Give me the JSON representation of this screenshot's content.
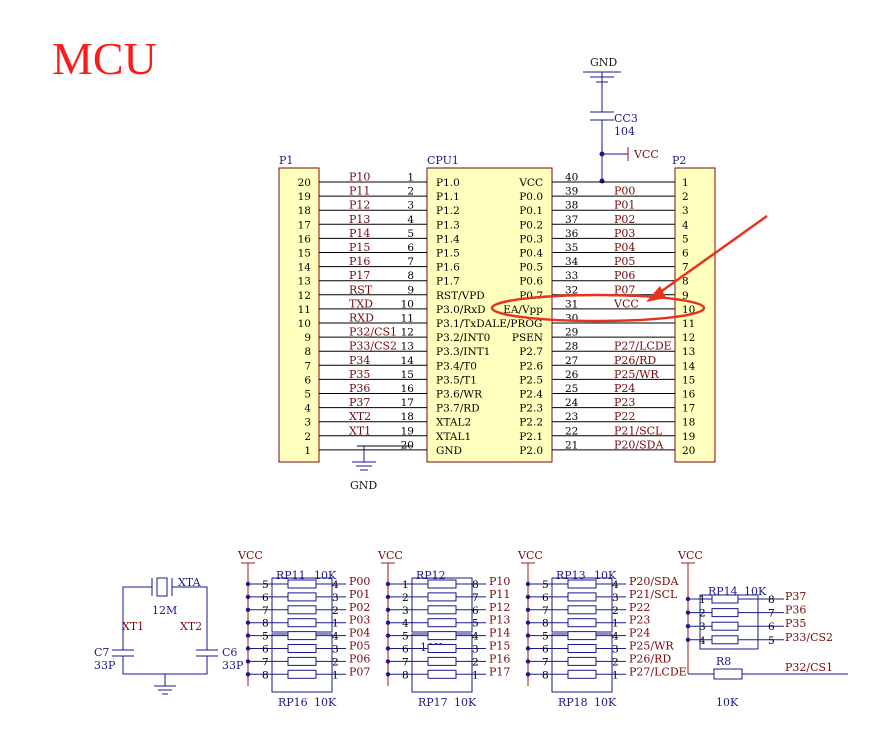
{
  "title": "MCU",
  "mcu": {
    "ref": "CPU1",
    "left_names": [
      "P1.0",
      "P1.1",
      "P1.2",
      "P1.3",
      "P1.4",
      "P1.5",
      "P1.6",
      "P1.7",
      "RST/VPD",
      "P3.0/RxD",
      "P3.1/TxDALE/PROG",
      "P3.2/INT0",
      "P3.3/INT1",
      "P3.4/T0",
      "P3.5/T1",
      "P3.6/WR",
      "P3.7/RD",
      "XTAL2",
      "XTAL1",
      "GND"
    ],
    "left_nums": [
      "1",
      "2",
      "3",
      "4",
      "5",
      "6",
      "7",
      "8",
      "9",
      "10",
      "11",
      "12",
      "13",
      "14",
      "15",
      "16",
      "17",
      "18",
      "19",
      "20"
    ],
    "right_names": [
      "VCC",
      "P0.0",
      "P0.1",
      "P0.2",
      "P0.3",
      "P0.4",
      "P0.5",
      "P0.6",
      "P0.7",
      "EA/Vpp",
      "",
      "PSEN",
      "P2.7",
      "P2.6",
      "P2.5",
      "P2.4",
      "P2.3",
      "P2.2",
      "P2.1",
      "P2.0"
    ],
    "right_nums": [
      "40",
      "39",
      "38",
      "37",
      "36",
      "35",
      "34",
      "33",
      "32",
      "31",
      "30",
      "29",
      "28",
      "27",
      "26",
      "25",
      "24",
      "23",
      "22",
      "21"
    ]
  },
  "p1": {
    "ref": "P1",
    "nums": [
      "20",
      "19",
      "18",
      "17",
      "16",
      "15",
      "14",
      "13",
      "12",
      "11",
      "10",
      "9",
      "8",
      "7",
      "6",
      "5",
      "4",
      "3",
      "2",
      "1"
    ],
    "nets": [
      "P10",
      "P11",
      "P12",
      "P13",
      "P14",
      "P15",
      "P16",
      "P17",
      "RST",
      "TXD",
      "RXD",
      "P32/CS1",
      "P33/CS2",
      "P34",
      "P35",
      "P36",
      "P37",
      "XT2",
      "XT1",
      ""
    ]
  },
  "p2": {
    "ref": "P2",
    "nums": [
      "1",
      "2",
      "3",
      "4",
      "5",
      "6",
      "7",
      "8",
      "9",
      "10",
      "11",
      "12",
      "13",
      "14",
      "15",
      "16",
      "17",
      "18",
      "19",
      "20"
    ],
    "nets": [
      "",
      "P00",
      "P01",
      "P02",
      "P03",
      "P04",
      "P05",
      "P06",
      "P07",
      "VCC",
      "",
      "",
      "P27/LCDE",
      "P26/RD",
      "P25/WR",
      "P24",
      "P23",
      "P22",
      "P21/SCL",
      "P20/SDA"
    ]
  },
  "cc3": {
    "ref": "CC3",
    "value": "104",
    "gnd": "GND",
    "vcc": "VCC"
  },
  "gnd_main": "GND",
  "crystal": {
    "ref": "XTA",
    "value": "12M",
    "xt1": "XT1",
    "xt2": "XT2",
    "c7_ref": "C7",
    "c7_val": "33P",
    "c6_ref": "C6",
    "c6_val": "33P"
  },
  "networks": [
    {
      "vcc": "VCC",
      "top_ref": "RP11",
      "top_val": "10K",
      "bot_ref": "RP16",
      "bot_val": "10K",
      "top_extra": "",
      "left_pins": [
        "5",
        "6",
        "7",
        "8",
        "5",
        "6",
        "7",
        "8"
      ],
      "right_pins": [
        "4",
        "3",
        "2",
        "1",
        "4",
        "3",
        "2",
        "1"
      ],
      "nets": [
        "P00",
        "P01",
        "P02",
        "P03",
        "P04",
        "P05",
        "P06",
        "P07"
      ]
    },
    {
      "vcc": "VCC",
      "top_ref": "RP12",
      "top_val": "",
      "bot_ref": "RP17",
      "bot_val": "10K",
      "top_extra": "10K",
      "left_pins": [
        "1",
        "2",
        "3",
        "4",
        "5",
        "6",
        "7",
        "8"
      ],
      "right_pins": [
        "8",
        "7",
        "6",
        "5",
        "4",
        "3",
        "2",
        "1"
      ],
      "nets": [
        "P10",
        "P11",
        "P12",
        "P13",
        "P14",
        "P15",
        "P16",
        "P17"
      ]
    },
    {
      "vcc": "VCC",
      "top_ref": "RP13",
      "top_val": "10K",
      "bot_ref": "RP18",
      "bot_val": "10K",
      "top_extra": "",
      "left_pins": [
        "5",
        "6",
        "7",
        "8",
        "5",
        "6",
        "7",
        "8"
      ],
      "right_pins": [
        "4",
        "3",
        "2",
        "1",
        "4",
        "3",
        "2",
        "1"
      ],
      "nets": [
        "P20/SDA",
        "P21/SCL",
        "P22",
        "P23",
        "P24",
        "P25/WR",
        "P26/RD",
        "P27/LCDE"
      ]
    }
  ],
  "rp14": {
    "vcc": "VCC",
    "ref": "RP14",
    "value": "10K",
    "left_pins": [
      "1",
      "2",
      "3",
      "4"
    ],
    "right_pins": [
      "8",
      "7",
      "6",
      "5"
    ],
    "nets": [
      "P37",
      "P36",
      "P35",
      "P33/CS2"
    ],
    "r8_ref": "R8",
    "r8_val": "10K",
    "r8_net": "P32/CS1"
  }
}
